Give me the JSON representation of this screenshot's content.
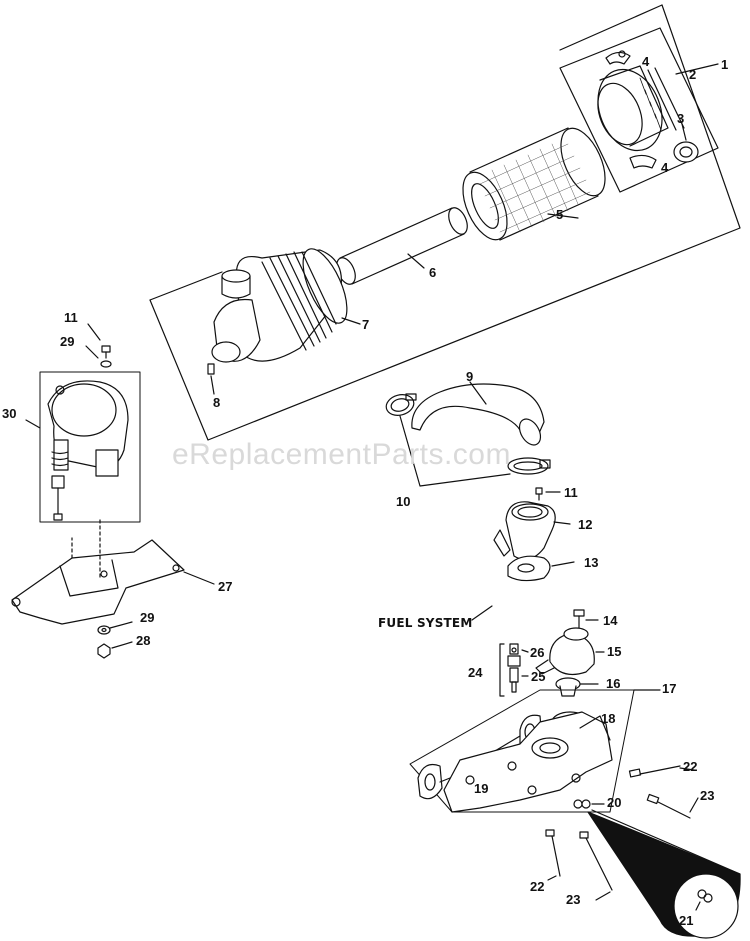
{
  "watermark": "eReplacementParts.com",
  "section_label": "FUEL SYSTEM",
  "callouts": {
    "c1": "1",
    "c2": "2",
    "c3": "3",
    "c4a": "4",
    "c4b": "4",
    "c5": "5",
    "c6": "6",
    "c7": "7",
    "c8": "8",
    "c9": "9",
    "c10": "10",
    "c11a": "11",
    "c11b": "11",
    "c12": "12",
    "c13": "13",
    "c14": "14",
    "c15": "15",
    "c16": "16",
    "c17": "17",
    "c18": "18",
    "c19": "19",
    "c20": "20",
    "c21": "21",
    "c22a": "22",
    "c22b": "22",
    "c23a": "23",
    "c23b": "23",
    "c24": "24",
    "c25": "25",
    "c26": "26",
    "c27": "27",
    "c28": "28",
    "c29a": "29",
    "c29b": "29",
    "c30": "30"
  }
}
